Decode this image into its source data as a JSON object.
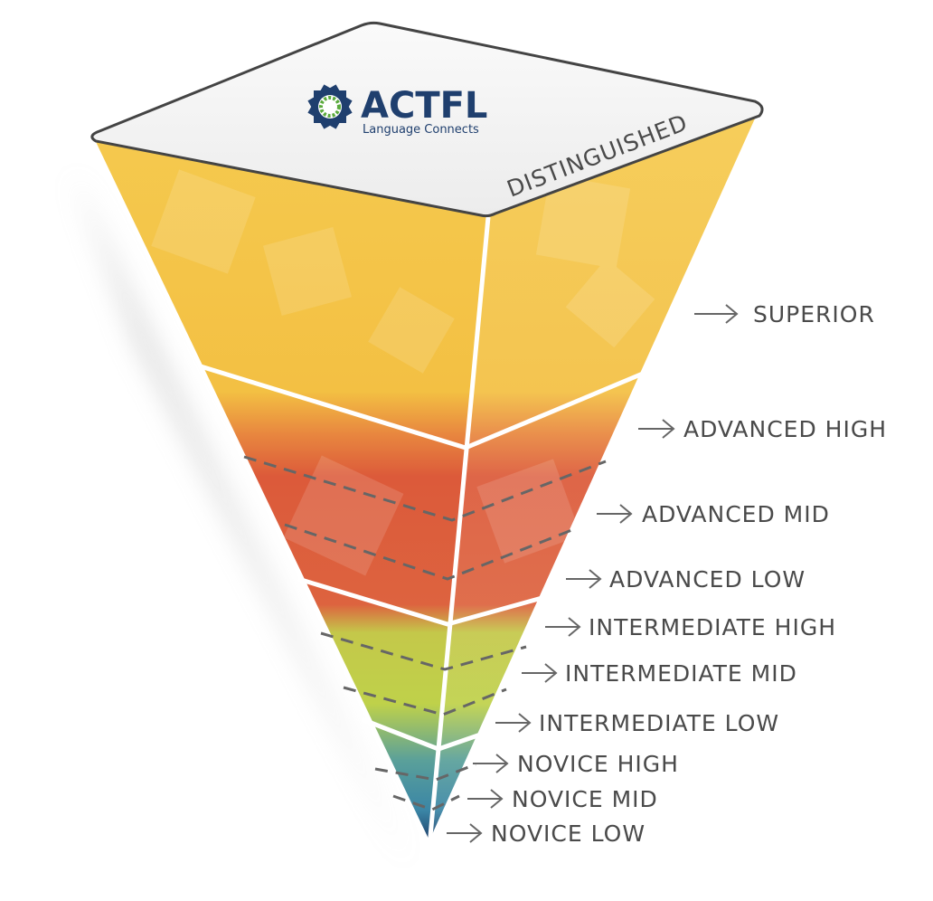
{
  "logo": {
    "name": "ACTFL",
    "tagline": "Language Connects"
  },
  "top_level": "DISTINGUISHED",
  "levels": [
    {
      "label": "SUPERIOR"
    },
    {
      "label": "ADVANCED HIGH"
    },
    {
      "label": "ADVANCED MID"
    },
    {
      "label": "ADVANCED LOW"
    },
    {
      "label": "INTERMEDIATE HIGH"
    },
    {
      "label": "INTERMEDIATE MID"
    },
    {
      "label": "INTERMEDIATE LOW"
    },
    {
      "label": "NOVICE HIGH"
    },
    {
      "label": "NOVICE MID"
    },
    {
      "label": "NOVICE LOW"
    }
  ],
  "colors": {
    "superior": "#f4c244",
    "advanced": "#dc5a3a",
    "intermediate": "#bfd14a",
    "novice": "#3b8aa8",
    "novice_low": "#1b3562",
    "logo": "#1f3f6e"
  }
}
